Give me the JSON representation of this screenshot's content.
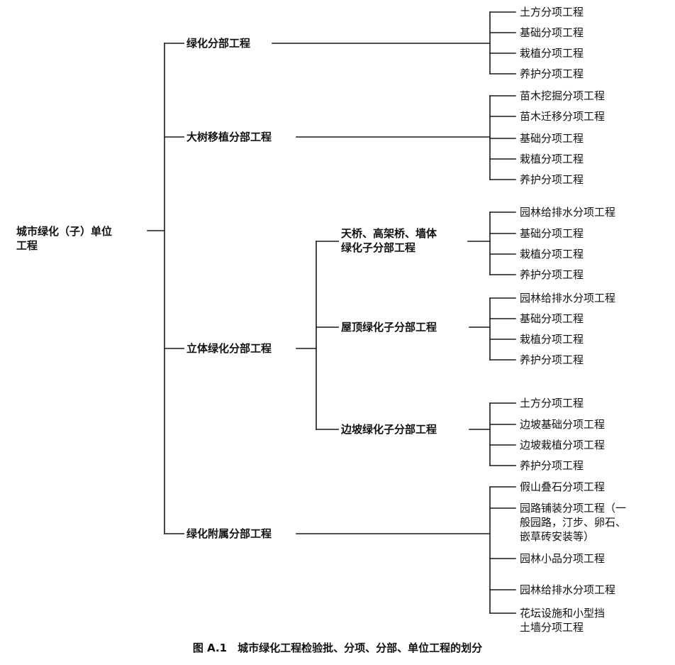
{
  "root": {
    "label_lines": [
      "城市绿化（子）单位",
      "工程"
    ]
  },
  "divisions": [
    {
      "label": "绿化分部工程",
      "items": [
        "土方分项工程",
        "基础分项工程",
        "栽植分项工程",
        "养护分项工程"
      ]
    },
    {
      "label": "大树移植分部工程",
      "items": [
        "苗木挖掘分项工程",
        "苗木迁移分项工程",
        "基础分项工程",
        "栽植分项工程",
        "养护分项工程"
      ]
    },
    {
      "label": "立体绿化分部工程",
      "subdivisions": [
        {
          "label_lines": [
            "天桥、高架桥、墙体",
            "绿化子分部工程"
          ],
          "items": [
            "园林给排水分项工程",
            "基础分项工程",
            "栽植分项工程",
            "养护分项工程"
          ]
        },
        {
          "label_lines": [
            "屋顶绿化子分部工程"
          ],
          "items": [
            "园林给排水分项工程",
            "基础分项工程",
            "栽植分项工程",
            "养护分项工程"
          ]
        },
        {
          "label_lines": [
            "边坡绿化子分部工程"
          ],
          "items": [
            "土方分项工程",
            "边坡基础分项工程",
            "边坡栽植分项工程",
            "养护分项工程"
          ]
        }
      ]
    },
    {
      "label": "绿化附属分部工程",
      "items": [
        {
          "lines": [
            "假山叠石分项工程"
          ]
        },
        {
          "lines": [
            "园路铺装分项工程（一",
            "般园路，汀步、卵石、",
            "嵌草砖安装等）"
          ]
        },
        {
          "lines": [
            "园林小品分项工程"
          ]
        },
        {
          "lines": [
            "园林给排水分项工程"
          ]
        },
        {
          "lines": [
            "花坛设施和小型挡",
            "土墙分项工程"
          ]
        }
      ]
    }
  ],
  "caption": {
    "label": "图 A.1　城市绿化工程检验批、分项、分部、单位工程的划分"
  },
  "colors": {
    "line": "#1a1a1a",
    "text": "#111111",
    "background": "#ffffff"
  }
}
